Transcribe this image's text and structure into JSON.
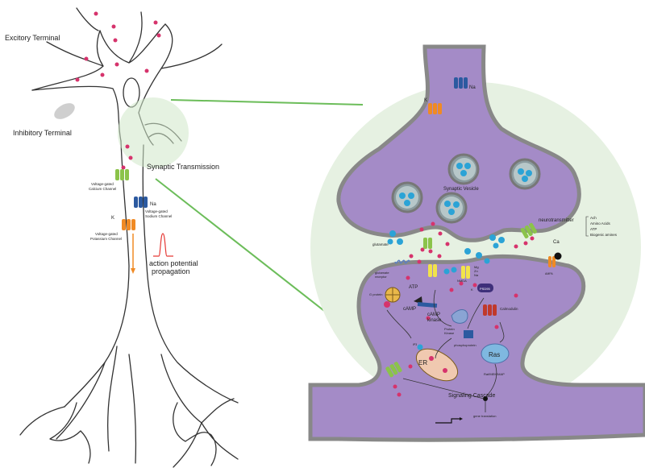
{
  "neuron": {
    "excitory_terminal": "Excitory Terminal",
    "inhibitory_terminal": "Inhibitory Terminal",
    "synaptic_transmission": "Synaptic Transmission",
    "calcium_channel": [
      "Voltage-gated",
      "Calcium Channel"
    ],
    "sodium_channel": [
      "Voltage-gated",
      "Sodium Channel"
    ],
    "potassium_channel": [
      "Voltage-gated",
      "Potassium Channel"
    ],
    "na_ion": "Na",
    "k_ion": "K",
    "action_potential": [
      "action potential",
      "propagation"
    ]
  },
  "synapse": {
    "k_ion": "K",
    "na_ion": "Na",
    "synaptic_vesicle": "Synaptic Vesicle",
    "neurotransmitter": "neurotransmitter",
    "nt_list": [
      "Ach",
      "Amino Acids",
      "ATP",
      "Biogenic amines"
    ],
    "glutamate": "glutamate",
    "ca_ion": "Ca",
    "glutamate_receptor": [
      "glutamate",
      "receptor"
    ],
    "g_protein": "G protein",
    "atp": "ATP",
    "camp": "cAMP",
    "camp_kinase": [
      "cAMP",
      "kinase"
    ],
    "nmda": "NMDA",
    "ions": [
      "Mg",
      "Zn",
      "Na"
    ],
    "k_small": "K",
    "psd95": "PSD95",
    "calmodulin": "Calmodulin",
    "protein_kinase": [
      "Protein",
      "Kinase"
    ],
    "phosphoprotein": "phosphoprotein",
    "ras": "Ras",
    "raf": "Raf/MEK/MAP",
    "er": "ER",
    "ip3": "IP3",
    "signaling": "Signaling Cascade",
    "gene": "gene translation",
    "ampa": "AMPA"
  }
}
